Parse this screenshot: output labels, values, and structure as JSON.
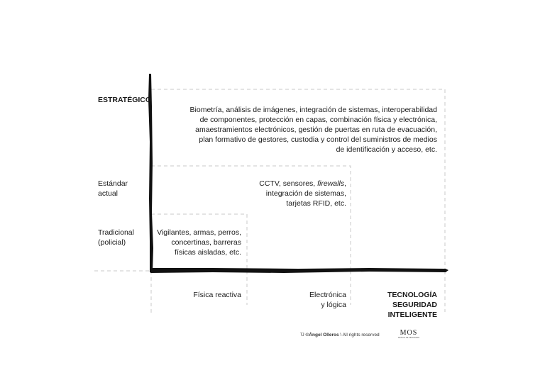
{
  "rows": [
    {
      "label": "ESTRATÉGICO",
      "bold": true
    },
    {
      "label": "Estándar\nactual",
      "bold": false
    },
    {
      "label": "Tradicional\n(policial)",
      "bold": false
    }
  ],
  "columns": [
    {
      "label": "Física reactiva",
      "bold": false
    },
    {
      "label": "Electrónica\ny lógica",
      "bold": false
    },
    {
      "label": "TECNOLOGÍA\nSEGURIDAD\nINTELIGENTE",
      "bold": true
    }
  ],
  "cells": {
    "estrategico": "Biometría, análisis de imágenes, integración de sistemas, interoperabilidad\nde componentes, protección en capas, combinación física y electrónica,\namaestramientos electrónicos, gestión de puertas en ruta de evacuación,\nplan formativo de gestores, custodia y control del suministros de medios\nde identificación y acceso, etc.",
    "estandar_pre": "CCTV, sensores, ",
    "estandar_em": "firewalls",
    "estandar_post": ",\nintegración de sistemas,\ntarjetas RFID, etc.",
    "tradicional": "Vigilantes, armas, perros,\nconcertinas, barreras\nfísicas aisladas, etc."
  },
  "footer": {
    "mark": "̄Ü",
    "copyright": "©Ángel Olleros",
    "separator": "\\",
    "rights": "All rights reserved",
    "logo": "MOS",
    "logo_sub": "MANUAL DE SEGURIDAD"
  }
}
